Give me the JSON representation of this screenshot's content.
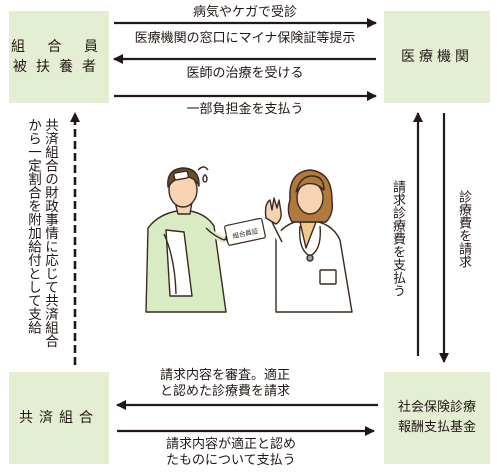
{
  "nodes": {
    "member": [
      "組 合 員",
      "被扶養者"
    ],
    "medical": "医療機関",
    "association": "共済組合",
    "fund": [
      "社会保険診療",
      "報酬支払基金"
    ]
  },
  "edges": {
    "visit": "病気やケガで受診",
    "present_card": "医療機関の窓口にマイナ保険証等提示",
    "receive_treatment": "医師の治療を受ける",
    "pay_copay": "一部負担金を支払う",
    "claim_fees": "請求診療費を支払う",
    "claim": "診療費を請求",
    "review": [
      "請求内容を審査。適正",
      "と認めた診療費を請求"
    ],
    "pay_approved": [
      "請求内容が適正と認め",
      "たものについて支払う"
    ],
    "extra_benefit": [
      "共済組合の財政事情に応じて共済組合",
      "から一定割合を附加給付として支給"
    ]
  },
  "illustration": {
    "card_text": "組合員証"
  },
  "colors": {
    "box_fill": "#e4eed3",
    "arrow": "#231815",
    "text": "#231815"
  }
}
